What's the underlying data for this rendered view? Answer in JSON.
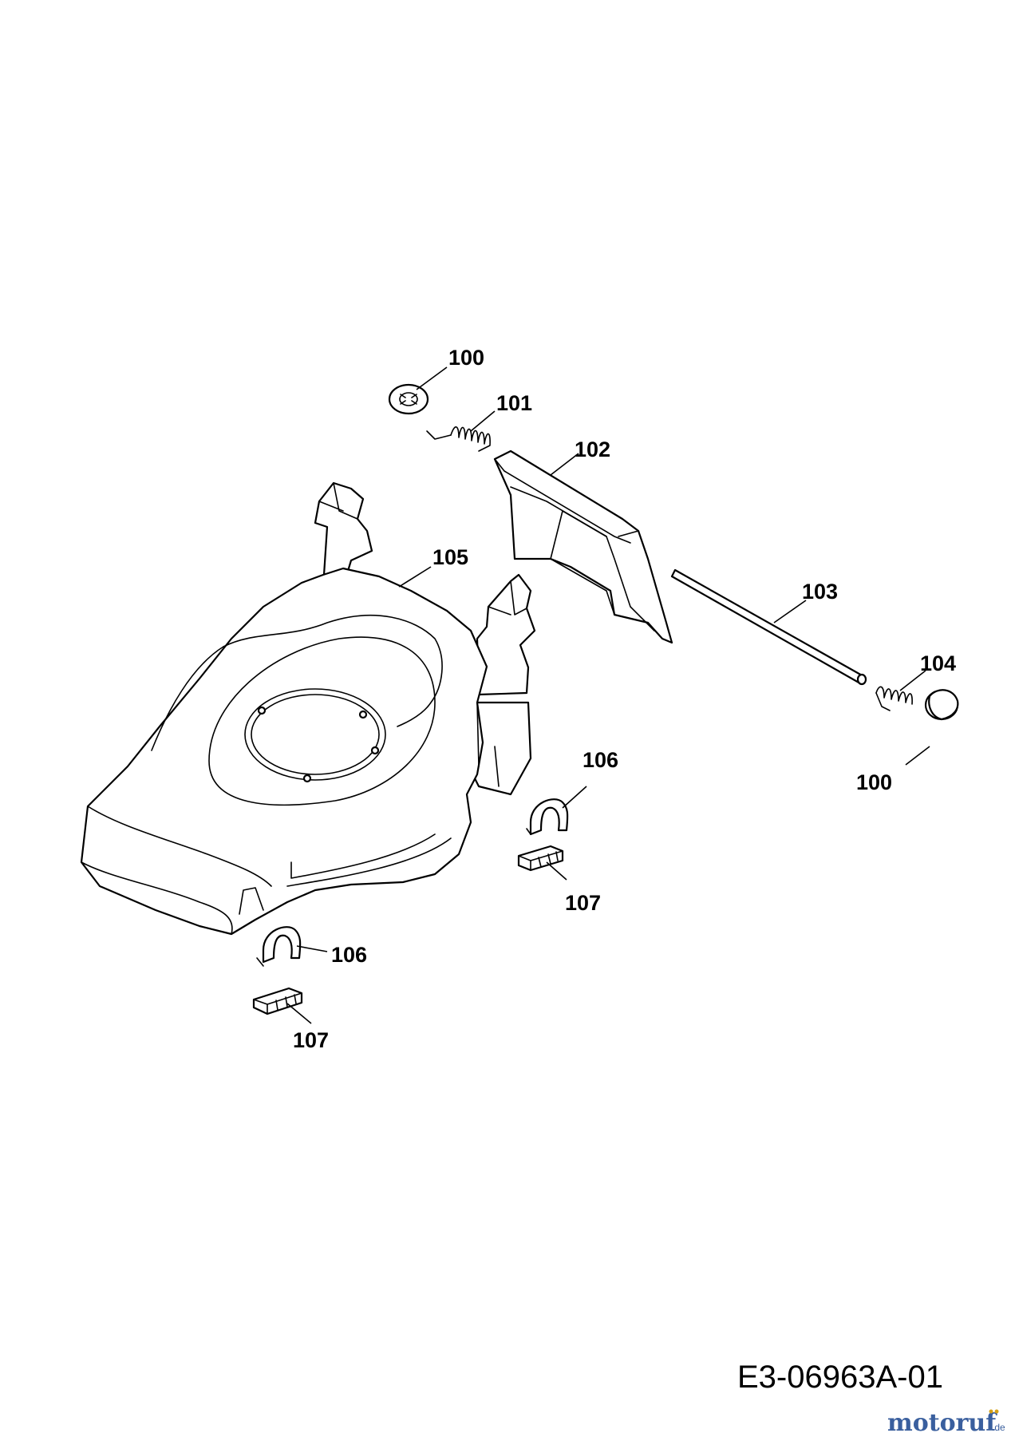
{
  "diagram": {
    "drawing_id": "E3-06963A-01",
    "logo": {
      "text": "motoruf",
      "suffix": ".de",
      "color_main": "#3a5f9e",
      "color_accent": "#d4a017"
    },
    "parts": [
      {
        "id": "washer-top",
        "label": "100",
        "icon": "push-nut-washer"
      },
      {
        "id": "spring-left",
        "label": "101",
        "icon": "torsion-spring"
      },
      {
        "id": "deflector-flap",
        "label": "102",
        "icon": "rear-flap"
      },
      {
        "id": "rod",
        "label": "103",
        "icon": "axle-rod"
      },
      {
        "id": "spring-right",
        "label": "104",
        "icon": "torsion-spring"
      },
      {
        "id": "deck",
        "label": "105",
        "icon": "mower-deck"
      },
      {
        "id": "clip-right",
        "label": "106",
        "icon": "height-clip"
      },
      {
        "id": "holder-right",
        "label": "107",
        "icon": "clip-holder"
      },
      {
        "id": "clip-left",
        "label": "106",
        "icon": "height-clip"
      },
      {
        "id": "holder-left",
        "label": "107",
        "icon": "clip-holder"
      },
      {
        "id": "cap-right",
        "label": "100",
        "icon": "end-cap"
      }
    ]
  }
}
